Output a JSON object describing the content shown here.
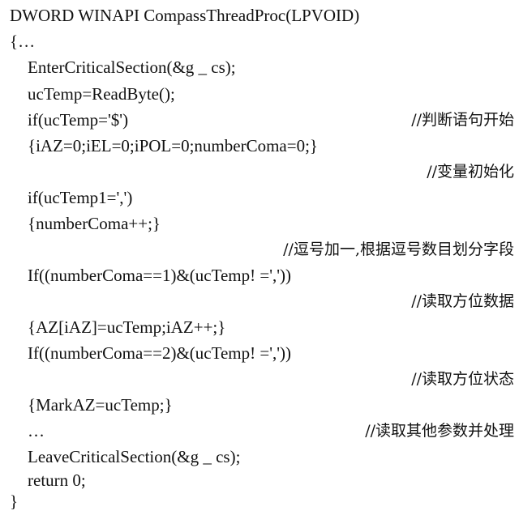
{
  "lines": [
    {
      "code": "DWORD WINAPI CompassThreadProc(LPVOID)",
      "comment": ""
    },
    {
      "code": "{…",
      "comment": ""
    },
    {
      "code": "EnterCriticalSection(&g _ cs);",
      "comment": ""
    },
    {
      "code": "ucTemp=ReadByte();",
      "comment": ""
    },
    {
      "code": "if(ucTemp='$')",
      "comment": "//判断语句开始"
    },
    {
      "code": "{iAZ=0;iEL=0;iPOL=0;numberComa=0;}",
      "comment": ""
    },
    {
      "code": "",
      "comment": "//变量初始化"
    },
    {
      "code": "if(ucTemp1=',')",
      "comment": ""
    },
    {
      "code": "{numberComa++;}",
      "comment": ""
    },
    {
      "code": "",
      "comment": "//逗号加一,根据逗号数目划分字段"
    },
    {
      "code": "If((numberComa==1)&(ucTemp! =','))",
      "comment": ""
    },
    {
      "code": "",
      "comment": "//读取方位数据"
    },
    {
      "code": "{AZ[iAZ]=ucTemp;iAZ++;}",
      "comment": ""
    },
    {
      "code": "If((numberComa==2)&(ucTemp! =','))",
      "comment": ""
    },
    {
      "code": "",
      "comment": "//读取方位状态"
    },
    {
      "code": "{MarkAZ=ucTemp;}",
      "comment": ""
    },
    {
      "code": "…",
      "comment": "//读取其他参数并处理"
    },
    {
      "code": "LeaveCriticalSection(&g _ cs);",
      "comment": ""
    },
    {
      "code": "return 0;",
      "comment": ""
    },
    {
      "code": "}",
      "comment": ""
    }
  ]
}
